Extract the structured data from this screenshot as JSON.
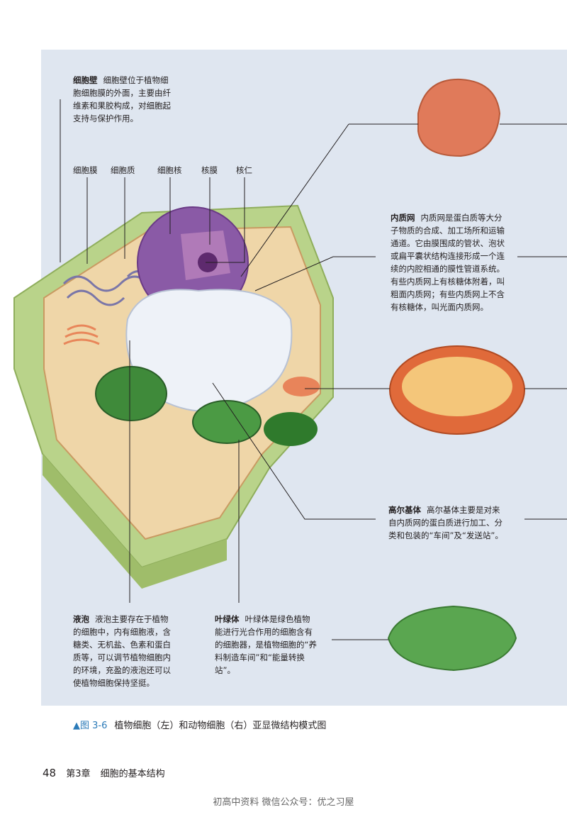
{
  "labels": {
    "cell_wall": {
      "title": "细胞壁",
      "lines": [
        "细胞壁位于植物细",
        "胞细胞膜的外面，主要由纤",
        "维素和果胶构成，对细胞起",
        "支持与保护作用。"
      ]
    },
    "top_row": [
      "细胞膜",
      "细胞质",
      "细胞核",
      "核膜",
      "核仁"
    ],
    "er": {
      "title": "内质网",
      "lines": [
        "内质网是蛋白质等大分",
        "子物质的合成、加工场所和运输",
        "通道。它由膜围成的管状、泡状",
        "或扁平囊状结构连接形成一个连",
        "续的内腔相通的膜性管道系统。",
        "有些内质网上有核糖体附着，叫",
        "粗面内质网；有些内质网上不含",
        "有核糖体，叫光面内质网。"
      ]
    },
    "golgi": {
      "title": "高尔基体",
      "lines": [
        "高尔基体主要是对来",
        "自内质网的蛋白质进行加工、分",
        "类和包装的“车间”及“发送站”。"
      ]
    },
    "vacuole": {
      "title": "液泡",
      "lines": [
        "液泡主要存在于植物",
        "的细胞中，内有细胞液，含",
        "糖类、无机盐、色素和蛋白",
        "质等，可以调节植物细胞内",
        "的环境，充盈的液泡还可以",
        "使植物细胞保持坚挺。"
      ]
    },
    "chloroplast": {
      "title": "叶绿体",
      "lines": [
        "叶绿体是绿色植物",
        "能进行光合作用的细胞含有",
        "的细胞器，是植物细胞的“养",
        "料制造车间”和“能量转换",
        "站”。"
      ]
    }
  },
  "caption": {
    "fig_no": "▲图 3-6",
    "text": "植物细胞（左）和动物细胞（右）亚显微结构模式图"
  },
  "footer": {
    "page": "48",
    "chapter": "第3章",
    "section": "细胞的基本结构"
  },
  "watermark": "初高中资料  微信公众号：优之习屋",
  "colors": {
    "cell_wall": "#b5cf80",
    "nucleus": "#8a5aa6",
    "vacuole": "#e8eef6",
    "chloroplast": "#3f8a3a",
    "mitochondrion": "#e06a3a",
    "golgi": "#e8865a"
  }
}
